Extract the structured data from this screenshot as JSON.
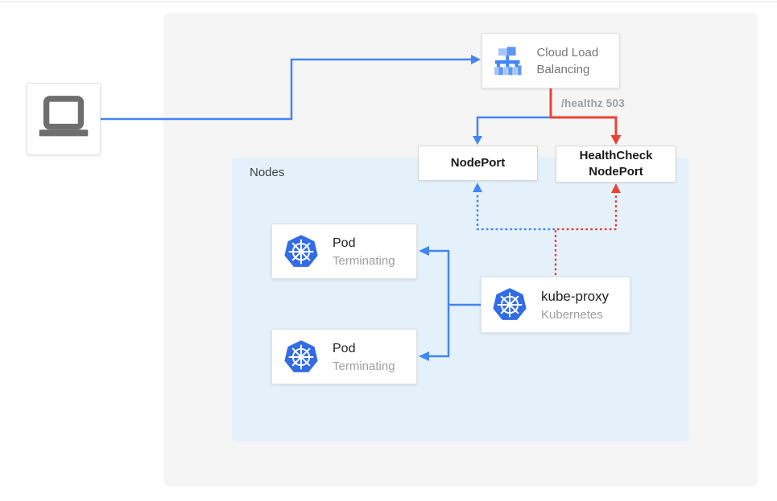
{
  "colors": {
    "blue": "#4285F4",
    "blue_light": "#A6C5FA",
    "blue_mid": "#5E97F6",
    "red": "#EA4335",
    "k8s_blue": "#326CE5",
    "panel_bg": "#F5F5F5",
    "nodes_bg": "#E4F1FB",
    "laptop_gray": "#6E6E6E"
  },
  "labels": {
    "healthz": "/healthz 503",
    "nodes_group": "Nodes"
  },
  "cards": {
    "client": {
      "icon": "laptop-icon"
    },
    "cloud_load_balancing": {
      "title": "Cloud Load Balancing",
      "icon": "cloud-load-balancing-icon"
    },
    "nodeport": {
      "label": "NodePort"
    },
    "healthcheck_nodeport": {
      "label": "HealthCheck NodePort"
    },
    "pods": [
      {
        "title": "Pod",
        "status": "Terminating",
        "icon": "kubernetes-icon"
      },
      {
        "title": "Pod",
        "status": "Terminating",
        "icon": "kubernetes-icon"
      }
    ],
    "kube_proxy": {
      "title": "kube-proxy",
      "subtitle": "Kubernetes",
      "icon": "kubernetes-icon"
    }
  },
  "edges": [
    {
      "from": "client",
      "to": "cloud_load_balancing",
      "style": "solid",
      "color": "blue"
    },
    {
      "from": "cloud_load_balancing",
      "to": "nodeport",
      "style": "solid",
      "color": "blue"
    },
    {
      "from": "cloud_load_balancing",
      "to": "healthcheck_nodeport",
      "style": "solid",
      "color": "red",
      "label": "/healthz 503"
    },
    {
      "from": "kube_proxy",
      "to": "nodeport",
      "style": "dotted",
      "color": "blue"
    },
    {
      "from": "kube_proxy",
      "to": "healthcheck_nodeport",
      "style": "dotted",
      "color": "red"
    },
    {
      "from": "kube_proxy",
      "to": "pod-terminating-1",
      "style": "solid",
      "color": "blue"
    },
    {
      "from": "kube_proxy",
      "to": "pod-terminating-2",
      "style": "solid",
      "color": "blue"
    }
  ]
}
